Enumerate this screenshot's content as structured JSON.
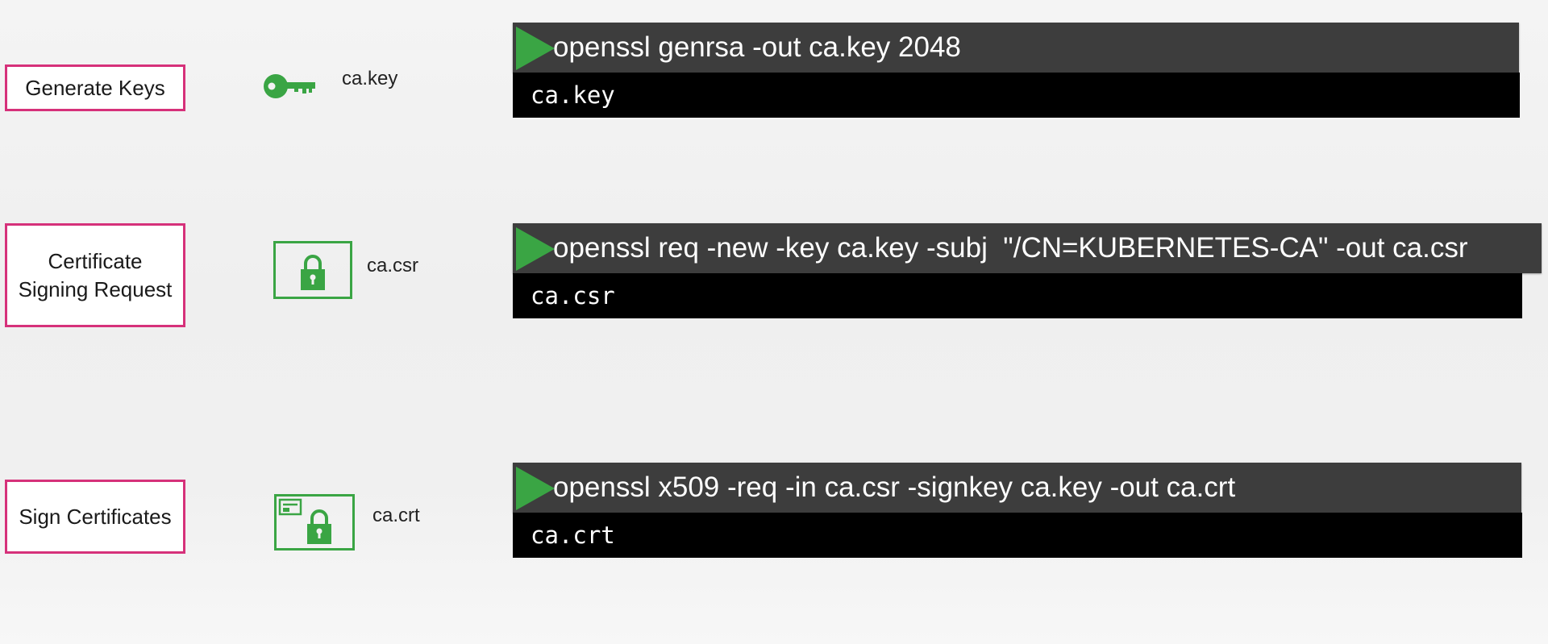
{
  "colors": {
    "label_border": "#d6317a",
    "icon_green": "#3aa544",
    "command_bar": "#3d3d3d",
    "output_bar": "#000000"
  },
  "steps": [
    {
      "label": "Generate Keys",
      "artifact": "ca.key",
      "icon": "key-icon",
      "command": "openssl genrsa -out ca.key 2048",
      "output": "ca.key"
    },
    {
      "label": "Certificate Signing Request",
      "artifact": "ca.csr",
      "icon": "lock-certificate-icon",
      "command": "openssl req -new -key ca.key -subj  \"/CN=KUBERNETES-CA\" -out ca.csr",
      "output": "ca.csr"
    },
    {
      "label": "Sign Certificates",
      "artifact": "ca.crt",
      "icon": "signed-certificate-icon",
      "command": "openssl x509 -req -in ca.csr -signkey ca.key -out ca.crt",
      "output": "ca.crt"
    }
  ]
}
